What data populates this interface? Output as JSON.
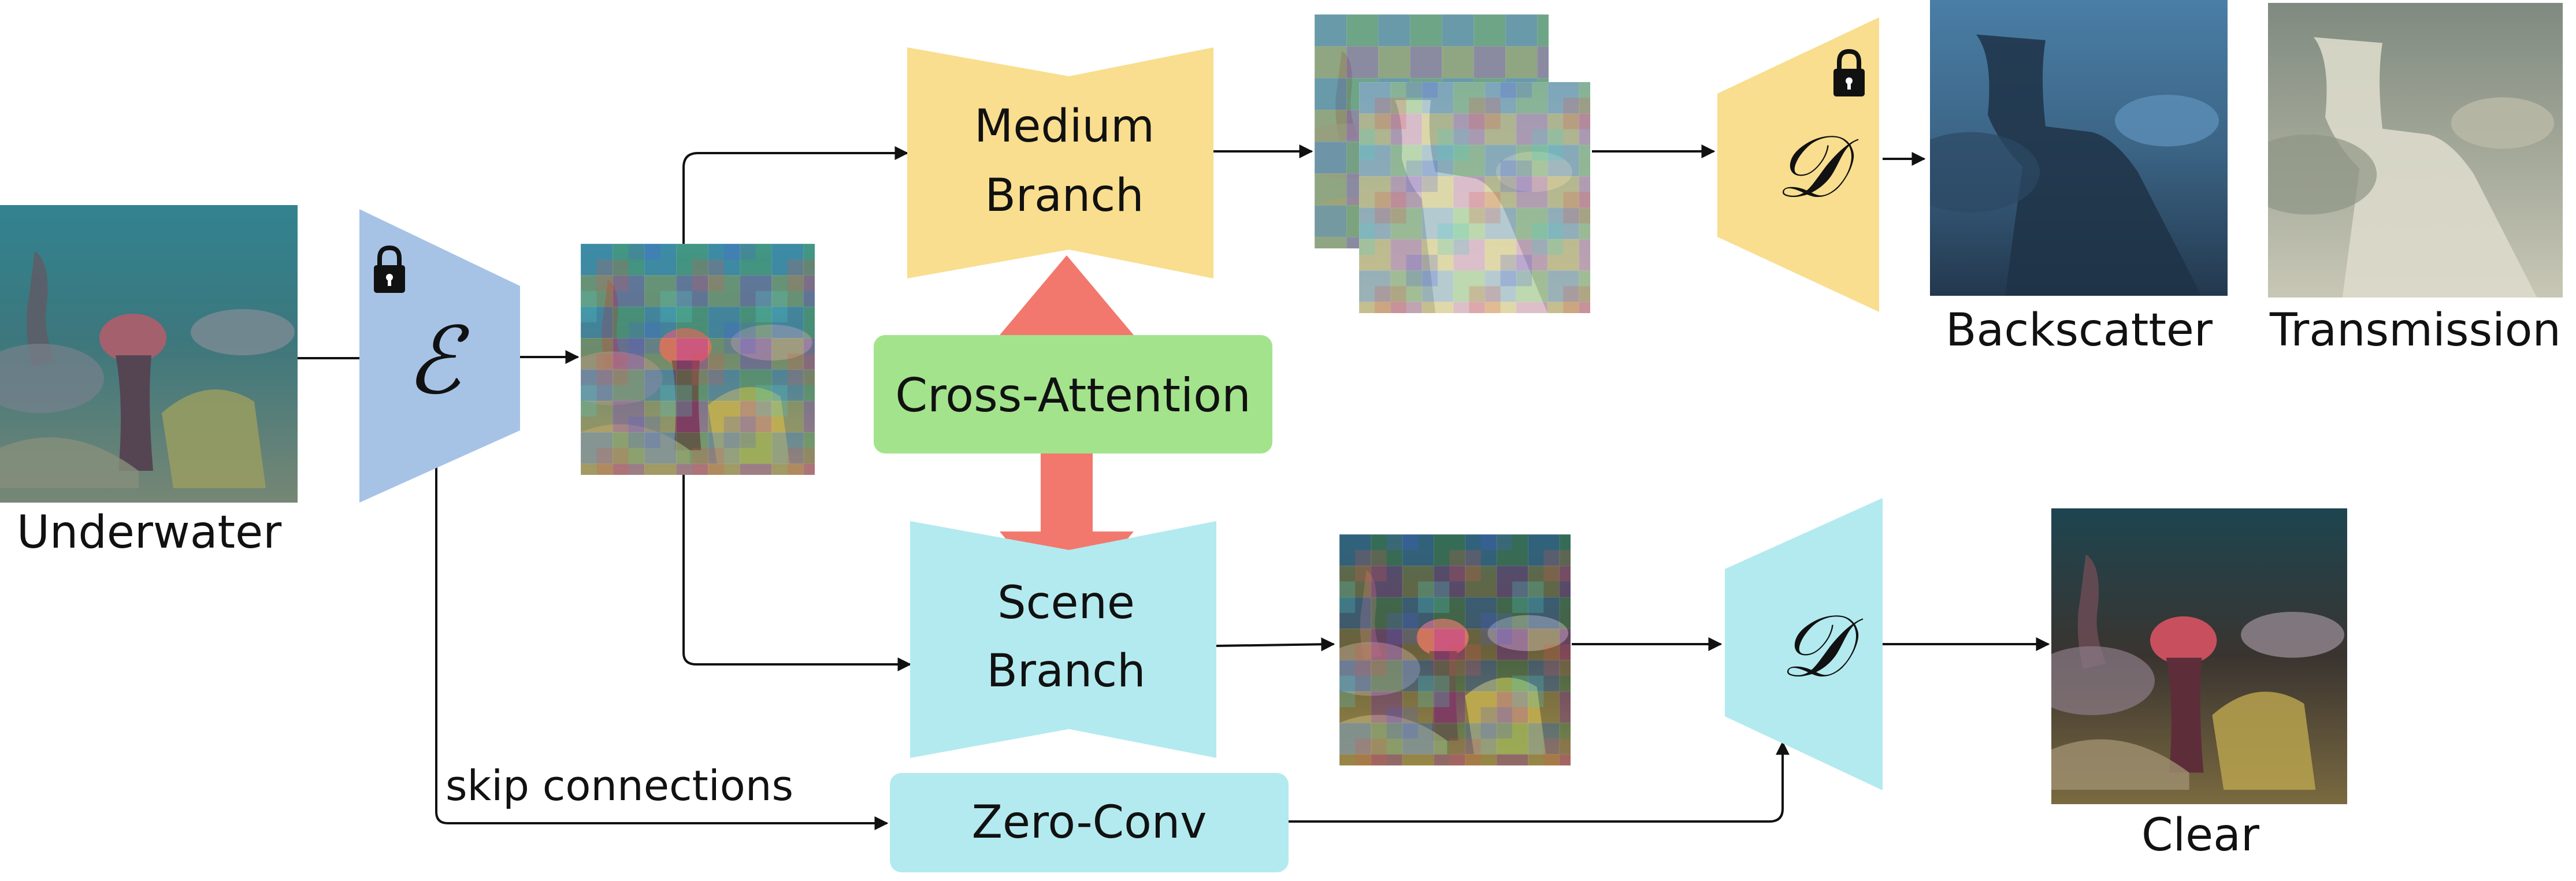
{
  "labels": {
    "input": "Underwater",
    "backscatter": "Backscatter",
    "transmission": "Transmission",
    "clear": "Clear",
    "skip": "skip connections"
  },
  "blocks": {
    "medium_line1": "Medium",
    "medium_line2": "Branch",
    "scene_line1": "Scene",
    "scene_line2": "Branch",
    "cross_attention": "Cross-Attention",
    "zero_conv": "Zero-Conv"
  },
  "symbols": {
    "encoder": "ℰ",
    "decoder": "𝒟"
  },
  "colors": {
    "encoder": "#a6c3e6",
    "medium": "#f8de8e",
    "scene": "#b2eaef",
    "cross_attention": "#a3e38c",
    "attention_arrow": "#f2786d",
    "zero_conv": "#b2eaef",
    "line": "#111111"
  },
  "icons": {
    "encoder_lock": "lock-icon",
    "decoder_lock": "lock-icon"
  }
}
